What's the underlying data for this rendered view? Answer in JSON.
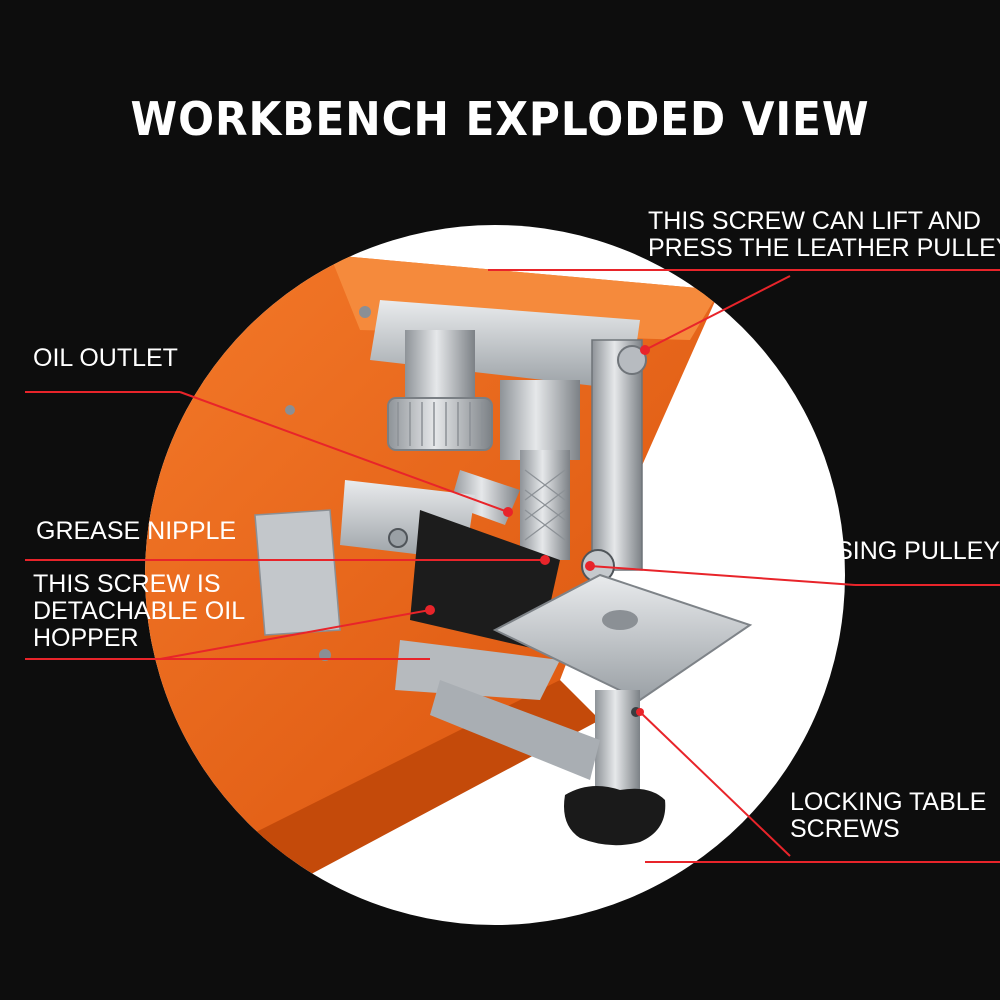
{
  "title": "WORKBENCH EXPLODED VIEW",
  "callouts": {
    "lift_screw": [
      "THIS SCREW CAN LIFT AND",
      "PRESS THE LEATHER PULLEY"
    ],
    "oil_outlet": [
      "OIL OUTLET"
    ],
    "grease_nipple": [
      "GREASE NIPPLE"
    ],
    "pressing_pulley": [
      "PRESSING PULLEY"
    ],
    "oil_hopper": [
      "THIS SCREW IS",
      "DETACHABLE OIL",
      "HOPPER"
    ],
    "locking_screws": [
      "LOCKING TABLE",
      "SCREWS"
    ]
  },
  "colors": {
    "background": "#0d0d0d",
    "machine_orange": "#f26a1b",
    "aluminum": "#c9ccd0",
    "callout_line": "#e8242a",
    "text": "#ffffff"
  }
}
